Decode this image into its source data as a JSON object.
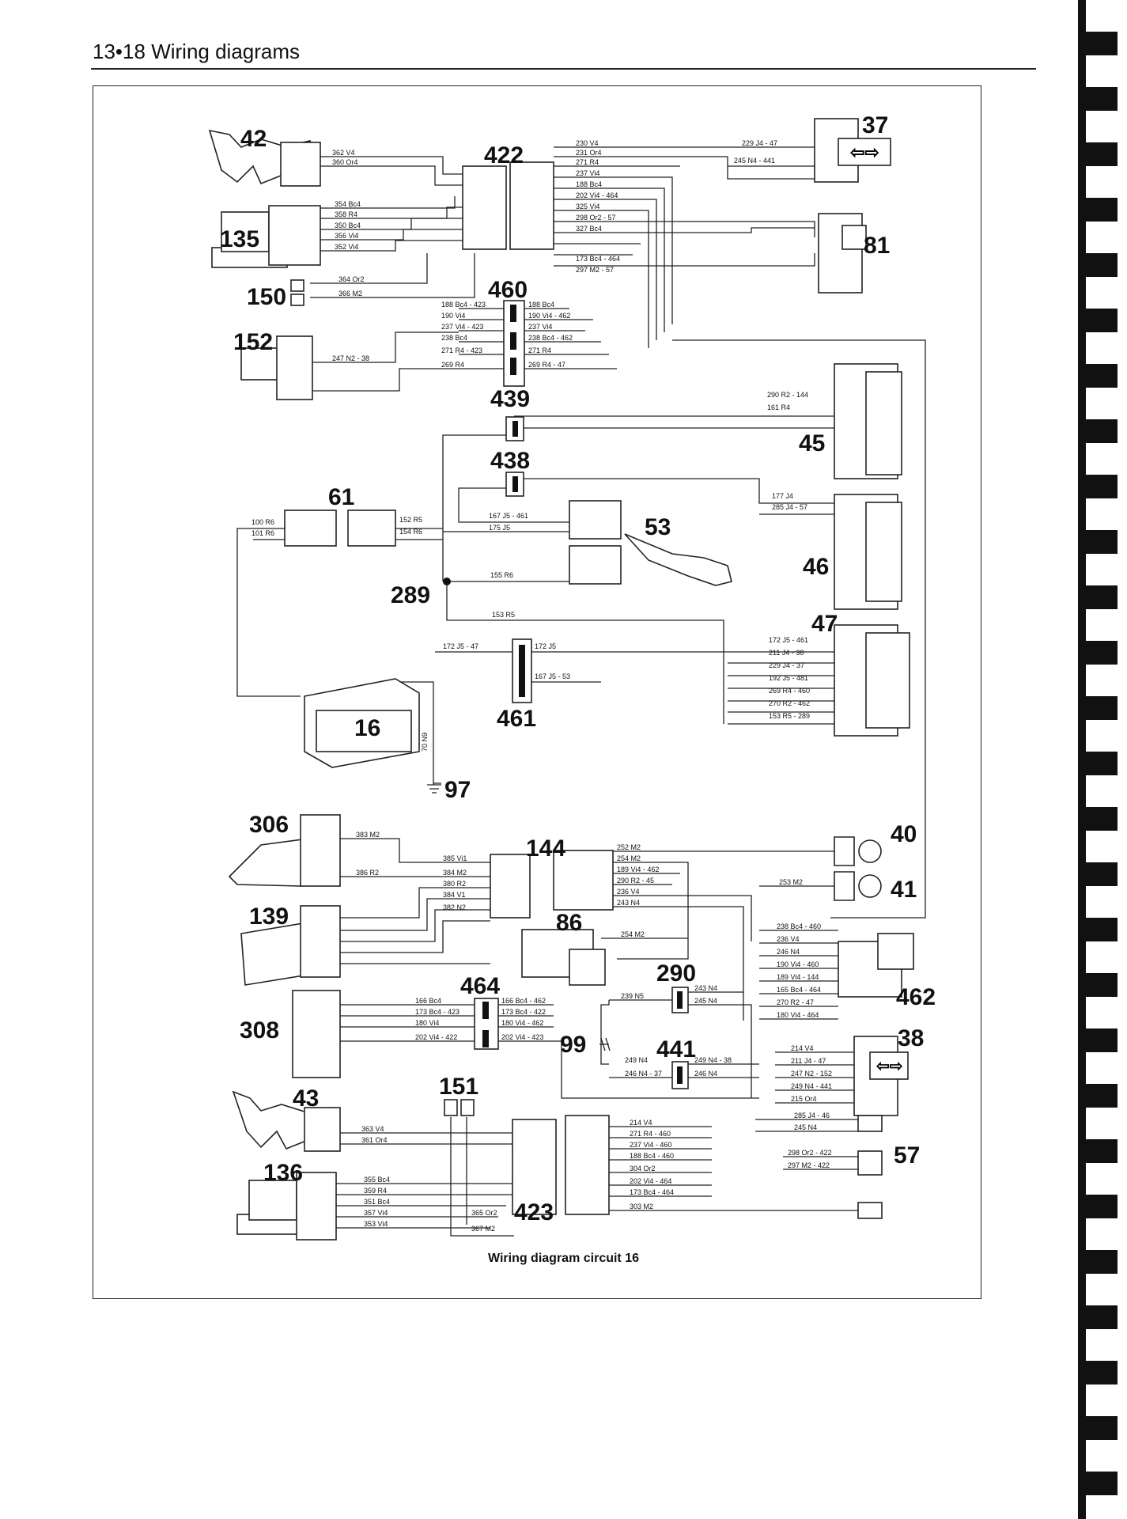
{
  "header": {
    "page_number": "13•18",
    "title": "Wiring diagrams"
  },
  "caption": "Wiring diagram circuit 16",
  "components": [
    {
      "id": "42"
    },
    {
      "id": "422"
    },
    {
      "id": "37"
    },
    {
      "id": "135"
    },
    {
      "id": "81"
    },
    {
      "id": "150"
    },
    {
      "id": "460"
    },
    {
      "id": "152"
    },
    {
      "id": "439"
    },
    {
      "id": "45"
    },
    {
      "id": "438"
    },
    {
      "id": "61"
    },
    {
      "id": "53"
    },
    {
      "id": "46"
    },
    {
      "id": "289"
    },
    {
      "id": "47"
    },
    {
      "id": "461"
    },
    {
      "id": "16"
    },
    {
      "id": "97"
    },
    {
      "id": "306"
    },
    {
      "id": "144"
    },
    {
      "id": "40"
    },
    {
      "id": "41"
    },
    {
      "id": "139"
    },
    {
      "id": "86"
    },
    {
      "id": "462"
    },
    {
      "id": "290"
    },
    {
      "id": "464"
    },
    {
      "id": "308"
    },
    {
      "id": "99"
    },
    {
      "id": "441"
    },
    {
      "id": "38"
    },
    {
      "id": "151"
    },
    {
      "id": "43"
    },
    {
      "id": "57"
    },
    {
      "id": "136"
    },
    {
      "id": "423"
    }
  ],
  "wires": [
    "362 V4",
    "360 Or4",
    "354 Bc4",
    "358 R4",
    "350 Bc4",
    "356 Vi4",
    "352 Vi4",
    "364 Or2",
    "366 M2",
    "230 V4",
    "231 Or4",
    "271 R4",
    "237 Vi4",
    "188 Bc4",
    "202 Vi4 - 464",
    "325 Vi4",
    "298 Or2 - 57",
    "327 Bc4",
    "173 Bc4 - 464",
    "297 M2 - 57",
    "229 J4 - 47",
    "245 N4 - 441",
    "188 Bc4 - 423",
    "190 Vi4",
    "237 Vi4 - 423",
    "238 Bc4",
    "271 R4 - 423",
    "269 R4",
    "247 N2 - 38",
    "188 Bc4",
    "190 Vi4 - 462",
    "237 Vi4",
    "238 Bc4 - 462",
    "271 R4",
    "269 R4 - 47",
    "290 R2 - 144",
    "161 R4",
    "177 J4",
    "285 J4 - 57",
    "100 R6",
    "101 R6",
    "152 R5",
    "154 R6",
    "167 J5 - 461",
    "175 J5",
    "155 R6",
    "153 R5",
    "172 J5 - 47",
    "172 J5",
    "167 J5 - 53",
    "70 N9",
    "172 J5 - 461",
    "211 J4 - 38",
    "229 J4 - 37",
    "192 J5 - 481",
    "269 R4 - 460",
    "270 R2 - 462",
    "153 R5 - 289",
    "383 M2",
    "385 Vi1",
    "384 M2",
    "380 R2",
    "386 R2",
    "384 V1",
    "382 N2",
    "252 M2",
    "254 M2",
    "189 Vi4 - 462",
    "290 R2 - 45",
    "236 V4",
    "243 N4",
    "253 M2",
    "254 M2",
    "238 Bc4 - 460",
    "236 V4",
    "246 N4",
    "190 Vi4 - 460",
    "189 Vi4 - 144",
    "165 Bc4 - 464",
    "270 R2 - 47",
    "180 Vi4 - 464",
    "239 N5",
    "243 N4",
    "245 N4",
    "249 N4",
    "246 N4 - 37",
    "249 N4 - 38",
    "246 N4",
    "166 Bc4",
    "173 Bc4 - 423",
    "180 Vi4",
    "202 Vi4 - 422",
    "166 Bc4 - 462",
    "173 Bc4 - 422",
    "180 Vi4 - 462",
    "202 Vi4 - 423",
    "214 V4",
    "211 J4 - 47",
    "247 N2 - 152",
    "249 N4 - 441",
    "215 Or4",
    "363 V4",
    "361 Or4",
    "355 Bc4",
    "359 R4",
    "351 Bc4",
    "357 Vi4",
    "353 Vi4",
    "365 Or2",
    "367 M2",
    "214 V4",
    "271 R4 - 460",
    "237 Vi4 - 460",
    "188 Bc4 - 460",
    "304 Or2",
    "202 Vi4 - 464",
    "173 Bc4 - 464",
    "303 M2",
    "285 J4 - 46",
    "245 N4",
    "298 Or2 - 422",
    "297 M2 - 422"
  ]
}
